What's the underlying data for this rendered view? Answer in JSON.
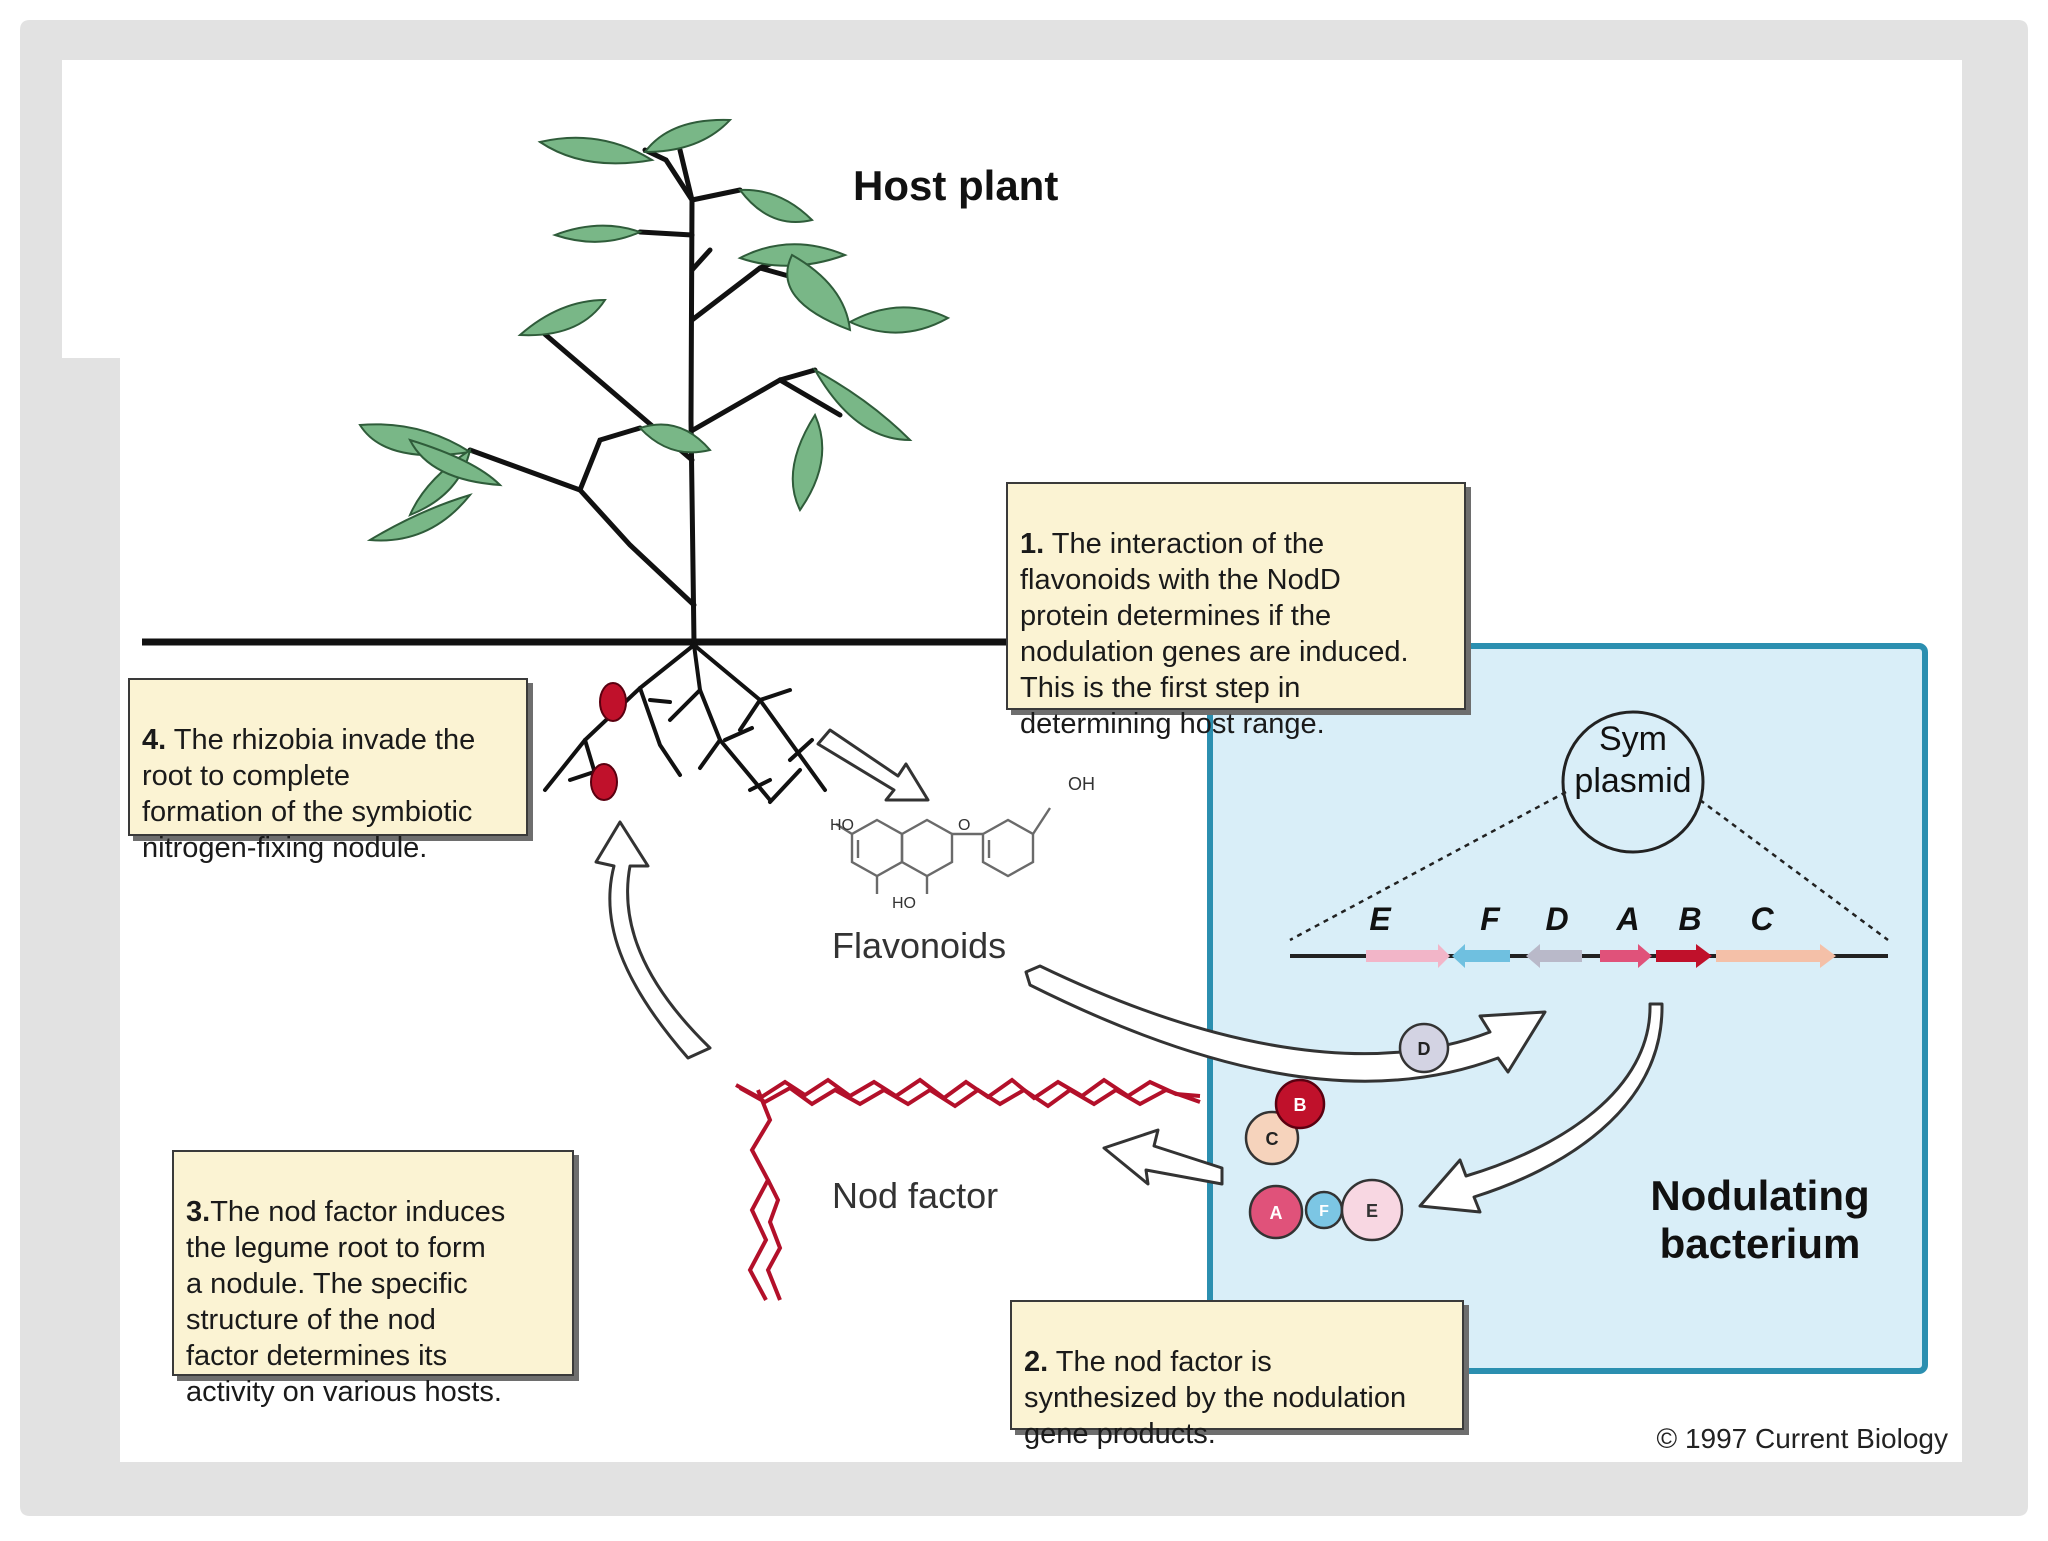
{
  "labels": {
    "host_plant": "Host plant",
    "flavonoids": "Flavonoids",
    "nod_factor": "Nod factor",
    "nodulating_bacterium_line1": "Nodulating",
    "nodulating_bacterium_line2": "bacterium",
    "sym_plasmid_line1": "Sym",
    "sym_plasmid_line2": "plasmid",
    "copyright": "© 1997 Current Biology"
  },
  "chemistry": {
    "oh": "OH",
    "ho_left": "HO",
    "ho_bottom": "HO",
    "o": "O"
  },
  "genes": [
    "E",
    "F",
    "D",
    "A",
    "B",
    "C"
  ],
  "proteins": {
    "d": "D",
    "b": "B",
    "c": "C",
    "a": "A",
    "f": "F",
    "e": "E"
  },
  "notes": {
    "step1": {
      "num": "1.",
      "text": "The interaction of the\nflavonoids with the NodD\nprotein determines if the\nnodulation genes are induced.\nThis is the first step in\ndetermining host range."
    },
    "step2": {
      "num": "2.",
      "text": "The nod factor is\nsynthesized by the nodulation\ngene products."
    },
    "step3": {
      "num": "3.",
      "text": "The nod factor induces\nthe legume root to form\na nodule. The specific\nstructure of the nod\nfactor determines its\nactivity on various hosts."
    },
    "step4": {
      "num": "4.",
      "text": "The rhizobia invade the\nroot  to complete\nformation of the symbiotic\nnitrogen-fixing nodule."
    }
  },
  "colors": {
    "frame": "#e2e2e2",
    "bacterium_fill": "#d9eef8",
    "bacterium_border": "#2b8fb0",
    "leaf": "#79b787",
    "nod_factor": "#b3102a",
    "note_fill": "#fbf3d3"
  }
}
